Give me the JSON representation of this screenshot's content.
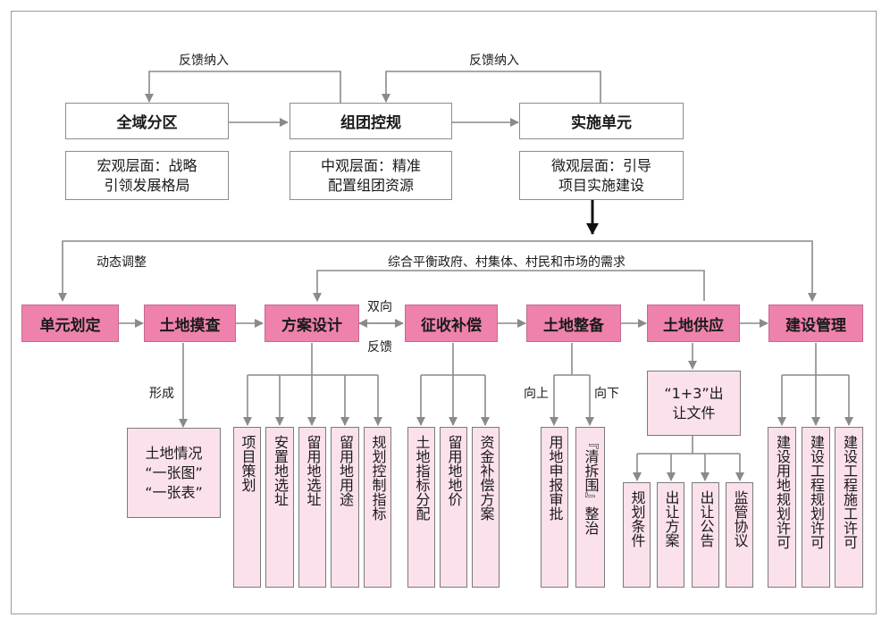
{
  "top": {
    "boxes": [
      "全域分区",
      "组团控规",
      "实施单元"
    ],
    "descs": [
      [
        "宏观层面：战略",
        "引领发展格局"
      ],
      [
        "中观层面：精准",
        "配置组团资源"
      ],
      [
        "微观层面：引导",
        "项目实施建设"
      ]
    ],
    "feedback_labels": [
      "反馈纳入",
      "反馈纳入"
    ]
  },
  "labels": {
    "dynamic_adjust": "动态调整",
    "demand": "综合平衡政府、村集体、村民和市场的需求",
    "two_way": "双向",
    "feedback": "反馈",
    "form": "形成",
    "up": "向上",
    "down": "向下"
  },
  "stages": [
    "单元划定",
    "土地摸查",
    "方案设计",
    "征收补偿",
    "土地整备",
    "土地供应",
    "建设管理"
  ],
  "outputs": {
    "land_survey": [
      "土地情况",
      "“一张图”",
      "“一张表”"
    ],
    "plan_design": [
      "项目策划",
      "安置地选址",
      "留用地选址",
      "留用地用途",
      "规划控制指标"
    ],
    "compensation": [
      "土地指标分配",
      "留用地地价",
      "资金补偿方案"
    ],
    "preparation": [
      "用地申报审批",
      "『清拆围』整治"
    ],
    "supply_mid": [
      "“1+3”出",
      "让文件"
    ],
    "supply": [
      "规划条件",
      "出让方案",
      "出让公告",
      "监管协议"
    ],
    "construction": [
      "建设用地规划许可",
      "建设工程规划许可",
      "建设工程施工许可"
    ]
  }
}
